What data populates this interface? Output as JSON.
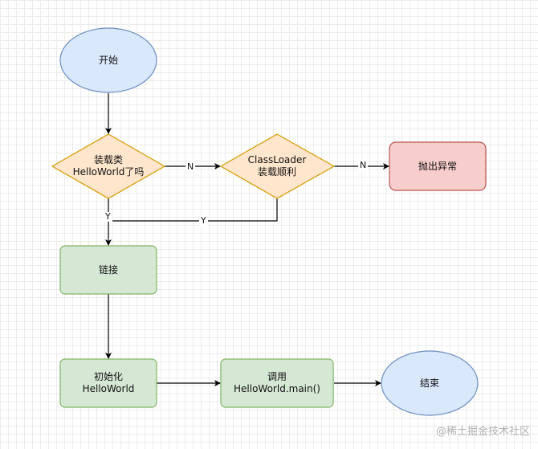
{
  "nodes": {
    "start": "开始",
    "check_loaded": "装载类\nHelloWorld了吗",
    "load_class": "ClassLoader\n装载顺利",
    "throw_error": "抛出异常",
    "link": "链接",
    "init": "初始化\nHelloWorld",
    "invoke": "调用\nHelloWorld.main()",
    "end": "结束"
  },
  "edge_labels": {
    "check_no": "N",
    "load_no": "N",
    "check_yes": "Y",
    "load_yes": "Y"
  },
  "colors": {
    "start_end_fill": "#dae8fc",
    "start_end_stroke": "#6c8ebf",
    "decision_fill": "#ffe6cc",
    "decision_stroke": "#d79b00",
    "process_fill": "#d5e8d4",
    "process_stroke": "#82b366",
    "error_fill": "#f8cecc",
    "error_stroke": "#b85450"
  },
  "watermark": "@稀土掘金技术社区"
}
